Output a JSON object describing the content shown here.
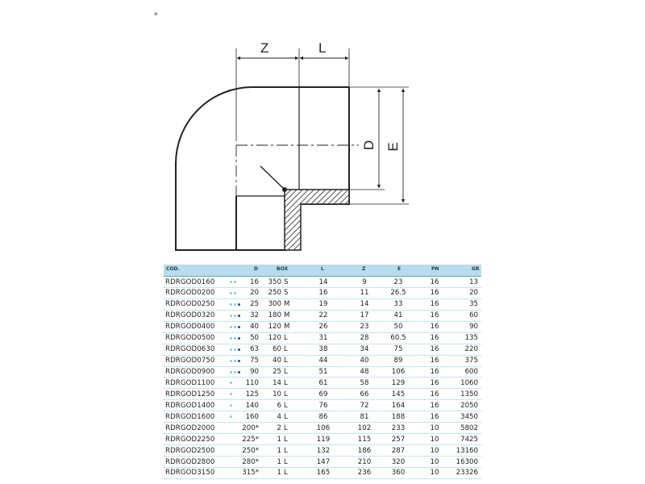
{
  "drawing": {
    "labels": {
      "z": "Z",
      "l": "L",
      "d": "D",
      "e": "E"
    }
  },
  "table": {
    "headers": {
      "cod": "COD.",
      "d": "D",
      "box": "BOX",
      "l": "L",
      "z": "Z",
      "e": "E",
      "pn": "PN",
      "gr": "GR"
    },
    "colors": {
      "dot_light": "#8cc7e0",
      "dot_dark": "#1a4a8a",
      "header_bg": "#b9dcec"
    },
    "rows": [
      {
        "code": "RDRGOD0160",
        "dots": "ll",
        "d": "16",
        "box": "350",
        "box_unit": "S",
        "l": "14",
        "z": "9",
        "e": "23",
        "pn": "16",
        "gr": "13"
      },
      {
        "code": "RDRGOD0200",
        "dots": "ll",
        "d": "20",
        "box": "250",
        "box_unit": "S",
        "l": "16",
        "z": "11",
        "e": "26.5",
        "pn": "16",
        "gr": "20"
      },
      {
        "code": "RDRGOD0250",
        "dots": "lld",
        "d": "25",
        "box": "300",
        "box_unit": "M",
        "l": "19",
        "z": "14",
        "e": "33",
        "pn": "16",
        "gr": "35"
      },
      {
        "code": "RDRGOD0320",
        "dots": "lld",
        "d": "32",
        "box": "180",
        "box_unit": "M",
        "l": "22",
        "z": "17",
        "e": "41",
        "pn": "16",
        "gr": "60"
      },
      {
        "code": "RDRGOD0400",
        "dots": "lld",
        "d": "40",
        "box": "120",
        "box_unit": "M",
        "l": "26",
        "z": "23",
        "e": "50",
        "pn": "16",
        "gr": "90"
      },
      {
        "code": "RDRGOD0500",
        "dots": "lld",
        "d": "50",
        "box": "120",
        "box_unit": "L",
        "l": "31",
        "z": "28",
        "e": "60.5",
        "pn": "16",
        "gr": "135"
      },
      {
        "code": "RDRGOD0630",
        "dots": "lld",
        "d": "63",
        "box": "60",
        "box_unit": "L",
        "l": "38",
        "z": "34",
        "e": "75",
        "pn": "16",
        "gr": "220"
      },
      {
        "code": "RDRGOD0750",
        "dots": "lld",
        "d": "75",
        "box": "40",
        "box_unit": "L",
        "l": "44",
        "z": "40",
        "e": "89",
        "pn": "16",
        "gr": "375"
      },
      {
        "code": "RDRGOD0900",
        "dots": "lld",
        "d": "90",
        "box": "25",
        "box_unit": "L",
        "l": "51",
        "z": "48",
        "e": "106",
        "pn": "16",
        "gr": "600"
      },
      {
        "code": "RDRGOD1100",
        "dots": "l",
        "d": "110",
        "box": "14",
        "box_unit": "L",
        "l": "61",
        "z": "58",
        "e": "129",
        "pn": "16",
        "gr": "1060"
      },
      {
        "code": "RDRGOD1250",
        "dots": "l",
        "d": "125",
        "box": "10",
        "box_unit": "L",
        "l": "69",
        "z": "66",
        "e": "145",
        "pn": "16",
        "gr": "1350"
      },
      {
        "code": "RDRGOD1400",
        "dots": "l",
        "d": "140",
        "box": "6",
        "box_unit": "L",
        "l": "76",
        "z": "72",
        "e": "164",
        "pn": "16",
        "gr": "2050"
      },
      {
        "code": "RDRGOD1600",
        "dots": "l",
        "d": "160",
        "box": "4",
        "box_unit": "L",
        "l": "86",
        "z": "81",
        "e": "188",
        "pn": "16",
        "gr": "3450"
      },
      {
        "code": "RDRGOD2000",
        "dots": "",
        "d": "200*",
        "box": "2",
        "box_unit": "L",
        "l": "106",
        "z": "102",
        "e": "233",
        "pn": "10",
        "gr": "5802"
      },
      {
        "code": "RDRGOD2250",
        "dots": "",
        "d": "225*",
        "box": "1",
        "box_unit": "L",
        "l": "119",
        "z": "115",
        "e": "257",
        "pn": "10",
        "gr": "7425"
      },
      {
        "code": "RDRGOD2500",
        "dots": "",
        "d": "250*",
        "box": "1",
        "box_unit": "L",
        "l": "132",
        "z": "186",
        "e": "287",
        "pn": "10",
        "gr": "13160"
      },
      {
        "code": "RDRGOD2800",
        "dots": "",
        "d": "280*",
        "box": "1",
        "box_unit": "L",
        "l": "147",
        "z": "210",
        "e": "320",
        "pn": "10",
        "gr": "16300"
      },
      {
        "code": "RDRGOD3150",
        "dots": "",
        "d": "315*",
        "box": "1",
        "box_unit": "L",
        "l": "165",
        "z": "236",
        "e": "360",
        "pn": "10",
        "gr": "23326"
      }
    ]
  }
}
